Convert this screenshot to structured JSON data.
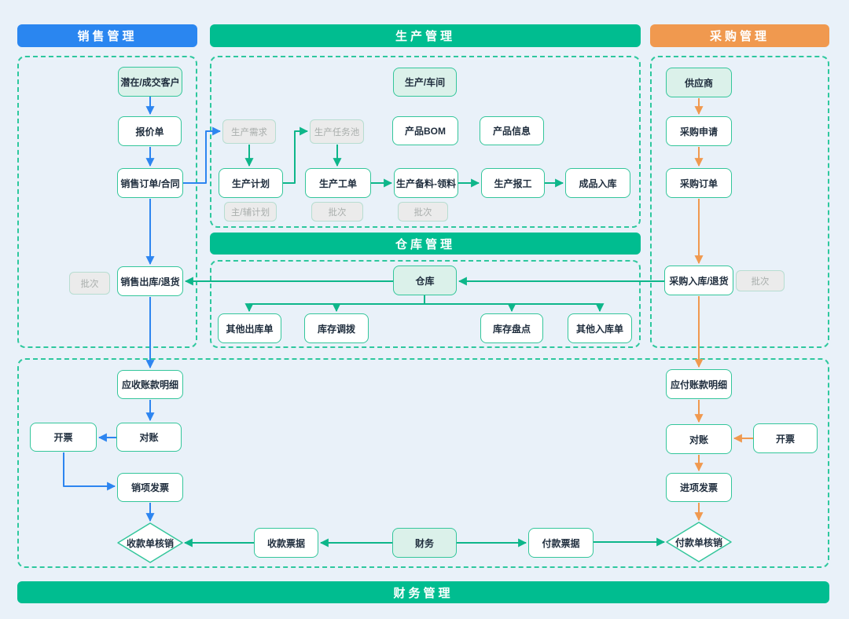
{
  "headers": {
    "sales": "销售管理",
    "production": "生产管理",
    "purchase": "采购管理",
    "warehouse": "仓库管理",
    "finance": "财务管理"
  },
  "nodes": {
    "customer": "潜在/成交客户",
    "quotation": "报价单",
    "sales_order": "销售订单/合同",
    "batch_sales": "批次",
    "sales_outbound": "销售出库/退货",
    "ar_detail": "应收账款明细",
    "reconcile_ar": "对账",
    "invoice_ar": "开票",
    "sales_invoice": "销项发票",
    "receipt_writeoff": "收款单核销",
    "prod_demand": "生产需求",
    "prod_task_pool": "生产任务池",
    "workshop": "生产/车间",
    "product_bom": "产品BOM",
    "product_info": "产品信息",
    "prod_plan": "生产计划",
    "prod_order": "生产工单",
    "prod_material": "生产备料-领料",
    "prod_report": "生产报工",
    "finished_inbound": "成品入库",
    "plan_tag": "主/辅计划",
    "batch_order": "批次",
    "batch_material": "批次",
    "warehouse": "仓库",
    "other_outbound": "其他出库单",
    "stock_transfer": "库存调拨",
    "stock_check": "库存盘点",
    "other_inbound": "其他入库单",
    "supplier": "供应商",
    "purchase_request": "采购申请",
    "purchase_order": "采购订单",
    "purchase_inbound": "采购入库/退货",
    "batch_purchase": "批次",
    "ap_detail": "应付账款明细",
    "reconcile_ap": "对账",
    "invoice_ap": "开票",
    "purchase_invoice": "进项发票",
    "payment_writeoff": "付款单核销",
    "receipt_bill": "收款票据",
    "finance": "财务",
    "payment_bill": "付款票据"
  },
  "edges": [
    {
      "from": "customer",
      "to": "quotation",
      "color": "blue"
    },
    {
      "from": "quotation",
      "to": "sales_order",
      "color": "blue"
    },
    {
      "from": "sales_order",
      "to": "prod_demand",
      "color": "blue"
    },
    {
      "from": "sales_order",
      "to": "sales_outbound",
      "color": "blue"
    },
    {
      "from": "sales_outbound",
      "to": "ar_detail",
      "color": "blue"
    },
    {
      "from": "ar_detail",
      "to": "reconcile_ar",
      "color": "blue"
    },
    {
      "from": "reconcile_ar",
      "to": "invoice_ar",
      "color": "blue"
    },
    {
      "from": "invoice_ar",
      "to": "sales_invoice",
      "color": "blue"
    },
    {
      "from": "sales_invoice",
      "to": "receipt_writeoff",
      "color": "blue"
    },
    {
      "from": "prod_demand",
      "to": "prod_plan",
      "color": "green"
    },
    {
      "from": "prod_plan",
      "to": "prod_task_pool",
      "color": "green"
    },
    {
      "from": "prod_task_pool",
      "to": "prod_order",
      "color": "green"
    },
    {
      "from": "prod_order",
      "to": "prod_material",
      "color": "green"
    },
    {
      "from": "prod_material",
      "to": "prod_report",
      "color": "green"
    },
    {
      "from": "prod_report",
      "to": "finished_inbound",
      "color": "green"
    },
    {
      "from": "purchase_inbound",
      "to": "warehouse",
      "color": "green"
    },
    {
      "from": "warehouse",
      "to": "sales_outbound",
      "color": "green"
    },
    {
      "from": "warehouse",
      "to": "other_outbound",
      "color": "green"
    },
    {
      "from": "warehouse",
      "to": "stock_transfer",
      "color": "green"
    },
    {
      "from": "warehouse",
      "to": "stock_check",
      "color": "green"
    },
    {
      "from": "warehouse",
      "to": "other_inbound",
      "color": "green"
    },
    {
      "from": "finance",
      "to": "receipt_bill",
      "color": "green"
    },
    {
      "from": "receipt_bill",
      "to": "receipt_writeoff",
      "color": "green"
    },
    {
      "from": "finance",
      "to": "payment_bill",
      "color": "green"
    },
    {
      "from": "payment_bill",
      "to": "payment_writeoff",
      "color": "green"
    },
    {
      "from": "supplier",
      "to": "purchase_request",
      "color": "orange"
    },
    {
      "from": "purchase_request",
      "to": "purchase_order",
      "color": "orange"
    },
    {
      "from": "purchase_order",
      "to": "purchase_inbound",
      "color": "orange"
    },
    {
      "from": "purchase_inbound",
      "to": "ap_detail",
      "color": "orange"
    },
    {
      "from": "ap_detail",
      "to": "reconcile_ap",
      "color": "orange"
    },
    {
      "from": "invoice_ap",
      "to": "reconcile_ap",
      "color": "orange"
    },
    {
      "from": "reconcile_ap",
      "to": "purchase_invoice",
      "color": "orange"
    },
    {
      "from": "purchase_invoice",
      "to": "payment_writeoff",
      "color": "orange"
    }
  ],
  "palette": {
    "blue": "#2a86f0",
    "green": "#00bd90",
    "orange": "#f0994f",
    "dash": "#2ec89e",
    "node-border": "#34c69b",
    "hl-fill": "#dbf1ea",
    "arrow-blue": "#2d85f0",
    "arrow-green": "#0eb68a",
    "arrow-orange": "#f0994f",
    "bg": "#e9f1f9"
  }
}
